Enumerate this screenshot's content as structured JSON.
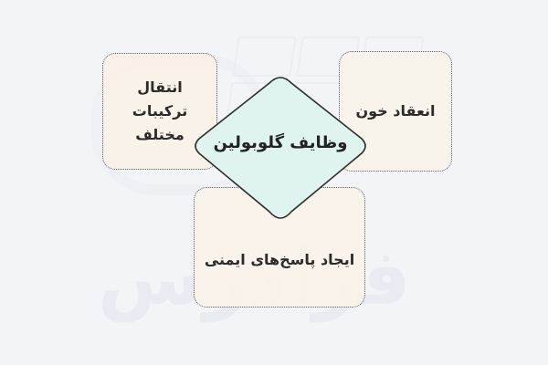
{
  "diagram": {
    "center": {
      "label": "وظایف گلوبولین"
    },
    "nodes": [
      {
        "id": "top-left",
        "label": "انتقال ترکیبات مختلف"
      },
      {
        "id": "top-right",
        "label": "انعقاد خون"
      },
      {
        "id": "bottom",
        "label": "ایجاد پاسخ‌های ایمنی"
      }
    ]
  },
  "watermark": {
    "text": "فرادرس"
  },
  "colors": {
    "background": "#f2f4f8",
    "center_fill": "#dff4ee",
    "node_fill": "#faf1e6",
    "border": "#555a63"
  }
}
